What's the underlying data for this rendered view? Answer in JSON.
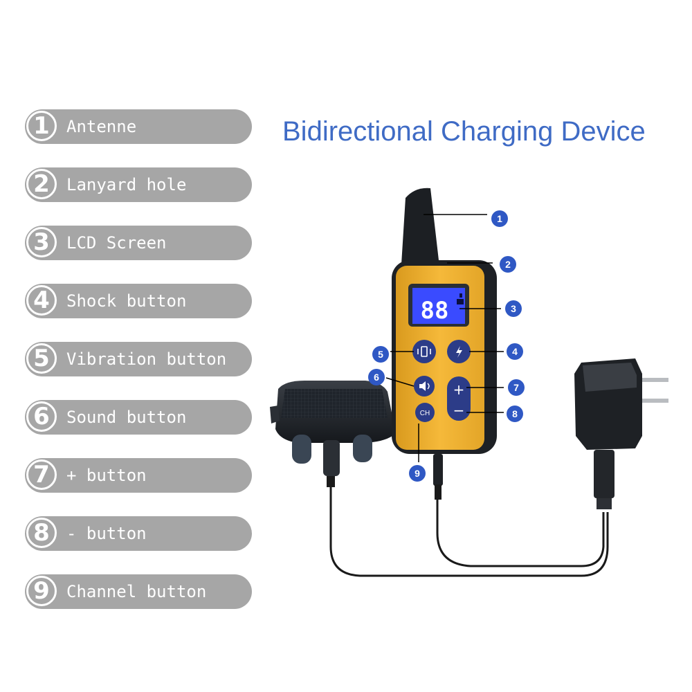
{
  "title": "Bidirectional Charging Device",
  "legend": [
    {
      "number": "1",
      "label": "Antenne"
    },
    {
      "number": "2",
      "label": "Lanyard hole"
    },
    {
      "number": "3",
      "label": "LCD Screen"
    },
    {
      "number": "4",
      "label": "Shock button"
    },
    {
      "number": "5",
      "label": "Vibration button"
    },
    {
      "number": "6",
      "label": "Sound button"
    },
    {
      "number": "7",
      "label": "+ button"
    },
    {
      "number": "8",
      "label": "- button"
    },
    {
      "number": "9",
      "label": "Channel button"
    }
  ],
  "lcd_digits": "88",
  "buttons": {
    "plus": "+",
    "minus": "−",
    "channel": "CH"
  },
  "colors": {
    "title": "#3f6bc5",
    "legend_bg": "#a6a6a6",
    "remote_body": "#f2b02f",
    "lcd": "#3a4bff",
    "button": "#2c3c88",
    "callout": "#2f58c4"
  },
  "icons": {
    "vibration": "vibration-icon",
    "shock": "lightning-icon",
    "sound": "speaker-icon"
  }
}
